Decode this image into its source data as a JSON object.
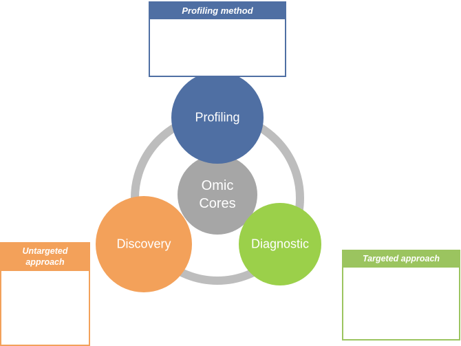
{
  "center": {
    "line1": "Omic",
    "line2": "Cores"
  },
  "nodes": {
    "profiling": {
      "label": "Profiling",
      "color": "#4f6fa3"
    },
    "discovery": {
      "label": "Discovery",
      "color": "#f3a15a"
    },
    "diagnostic": {
      "label": "Diagnostic",
      "color": "#9bd04a"
    }
  },
  "boxes": {
    "profiling_method": {
      "title": "Profiling method"
    },
    "untargeted": {
      "title_line1": "Untargeted",
      "title_line2": "approach"
    },
    "targeted": {
      "title": "Targeted approach"
    }
  },
  "colors": {
    "ring": "#bdbdbd",
    "center": "#a6a6a6",
    "profiling_box": "#4f6fa3",
    "untargeted_box": "#f3a15a",
    "targeted_box": "#9bc45f"
  },
  "instrument_images": [
    "mass-spectrometer-blue",
    "mass-spectrometer-orange",
    "mass-spectrometer-green"
  ]
}
